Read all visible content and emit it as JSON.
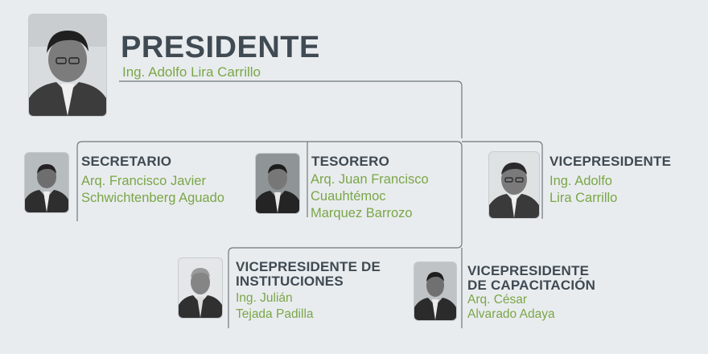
{
  "colors": {
    "background": "#e9ecee",
    "title": "#3f4a53",
    "name": "#7aa648",
    "connector": "#6f777d"
  },
  "president": {
    "title": "PRESIDENTE",
    "name": "Ing. Adolfo Lira Carrillo",
    "photo": "portrait-photo"
  },
  "secretario": {
    "title": "SECRETARIO",
    "name_lines": [
      "Arq. Francisco Javier",
      "Schwichtenberg Aguado"
    ],
    "photo": "portrait-photo"
  },
  "tesorero": {
    "title": "TESORERO",
    "name_lines": [
      "Arq. Juan Francisco",
      "Cuauhtémoc",
      "Marquez Barrozo"
    ],
    "photo": "portrait-photo"
  },
  "vicepresidente": {
    "title": "VICEPRESIDENTE",
    "name_lines": [
      "Ing. Adolfo",
      "Lira Carrillo"
    ],
    "photo": "portrait-photo"
  },
  "vp_instituciones": {
    "title_lines": [
      "VICEPRESIDENTE DE",
      "INSTITUCIONES"
    ],
    "name_lines": [
      "Ing. Julián",
      "Tejada Padilla"
    ],
    "photo": "portrait-photo"
  },
  "vp_capacitacion": {
    "title_lines": [
      "VICEPRESIDENTE",
      "DE CAPACITACIÓN"
    ],
    "name_lines": [
      "Arq. César",
      "Alvarado Adaya"
    ],
    "photo": "portrait-photo"
  }
}
